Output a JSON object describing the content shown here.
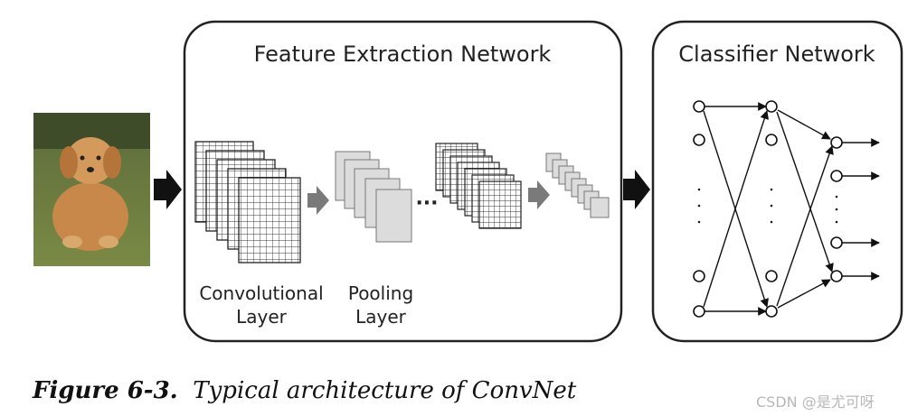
{
  "feature_box": {
    "title": "Feature Extraction Network"
  },
  "classifier_box": {
    "title": "Classifier Network"
  },
  "labels": {
    "conv_line1": "Convolutional",
    "conv_line2": "Layer",
    "pool_line1": "Pooling",
    "pool_line2": "Layer",
    "ellipsis": "···"
  },
  "caption": {
    "figure_number": "Figure 6-3.",
    "text": "Typical architecture of ConvNet"
  },
  "watermark": "CSDN @是尤可呀",
  "input_image": {
    "subject": "puppy-photo"
  },
  "colors": {
    "arrow": "#111111",
    "inner_arrow": "#7a7a7a",
    "pool_fill": "#dcdcdc",
    "box_stroke": "#222222"
  }
}
